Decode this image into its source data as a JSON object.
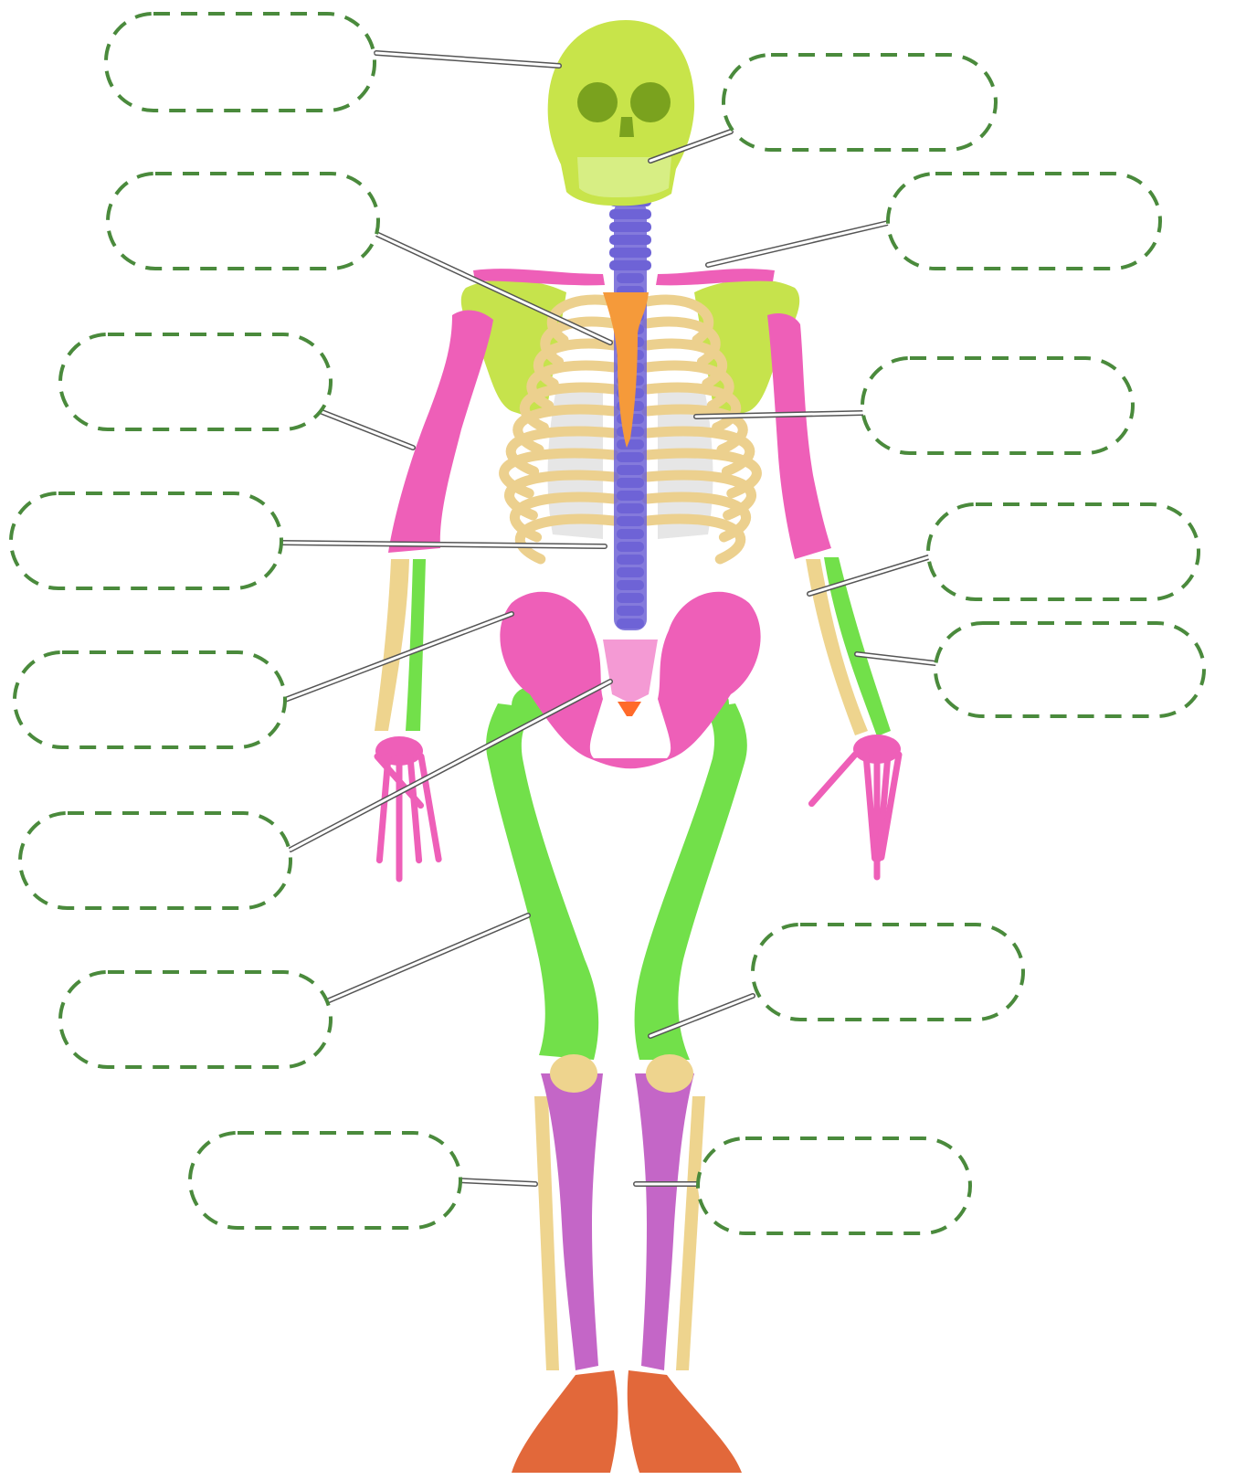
{
  "worksheet": {
    "background": "#ffffff",
    "box_stroke": "#4a8a3c",
    "line_stroke": "#555555",
    "label_boxes": [
      {
        "id": "box-skull",
        "value": ""
      },
      {
        "id": "box-jaw",
        "value": ""
      },
      {
        "id": "box-sternum",
        "value": ""
      },
      {
        "id": "box-clavicle",
        "value": ""
      },
      {
        "id": "box-humerus",
        "value": ""
      },
      {
        "id": "box-ribs",
        "value": ""
      },
      {
        "id": "box-spine",
        "value": ""
      },
      {
        "id": "box-radius",
        "value": ""
      },
      {
        "id": "box-pelvis",
        "value": ""
      },
      {
        "id": "box-ulna",
        "value": ""
      },
      {
        "id": "box-coccyx",
        "value": ""
      },
      {
        "id": "box-femur",
        "value": ""
      },
      {
        "id": "box-patella",
        "value": ""
      },
      {
        "id": "box-fibula",
        "value": ""
      },
      {
        "id": "box-tibia",
        "value": ""
      }
    ]
  },
  "bone_colors": {
    "skull": "#c8e44a",
    "skull_shadow": "#7aa21e",
    "spine": "#6e63d6",
    "sternum": "#f59a3a",
    "ribs": "#ecd08e",
    "ribs_back": "#e6e6e6",
    "clavicle_arm": "#ee5fb8",
    "scapula": "#c6e34c",
    "forearm_pale": "#eed48e",
    "forearm_green": "#72e04a",
    "leg_green": "#72e04a",
    "patella": "#eed48e",
    "tibia": "#c466c7",
    "fibula": "#eed48e",
    "feet": "#e2683a",
    "coccyx": "#ff6a2a",
    "hands": "#ee5fb8"
  }
}
